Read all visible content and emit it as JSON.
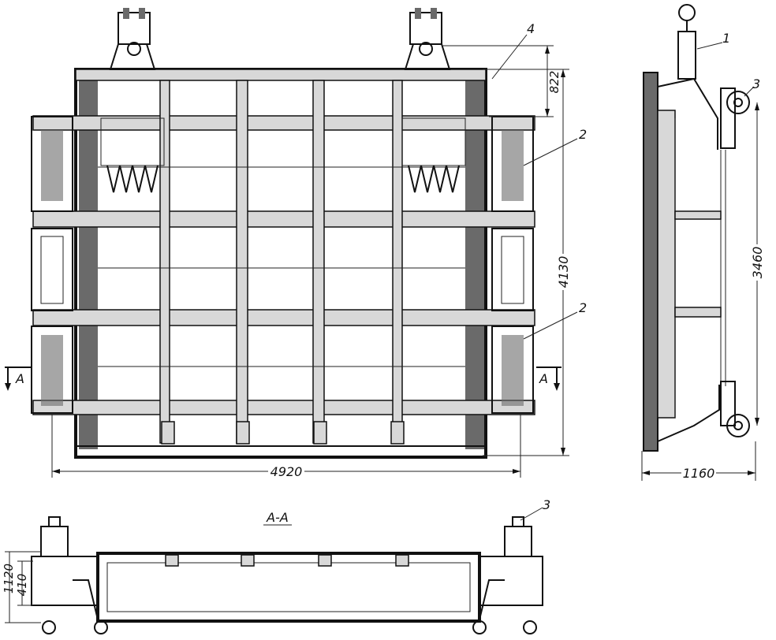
{
  "front_view": {
    "width_dim": "4920",
    "height_dim": "4130",
    "top_dim": "822",
    "section_marker": "A",
    "callouts": [
      "4",
      "2",
      "2"
    ]
  },
  "side_view": {
    "width_dim": "1160",
    "height_dim": "3460",
    "callouts": [
      "1",
      "3"
    ]
  },
  "section_view": {
    "title": "A-A",
    "dim_outer": "1120",
    "dim_inner": "410",
    "callout": "3"
  },
  "colors": {
    "ink": "#111111",
    "paper": "#ffffff"
  }
}
